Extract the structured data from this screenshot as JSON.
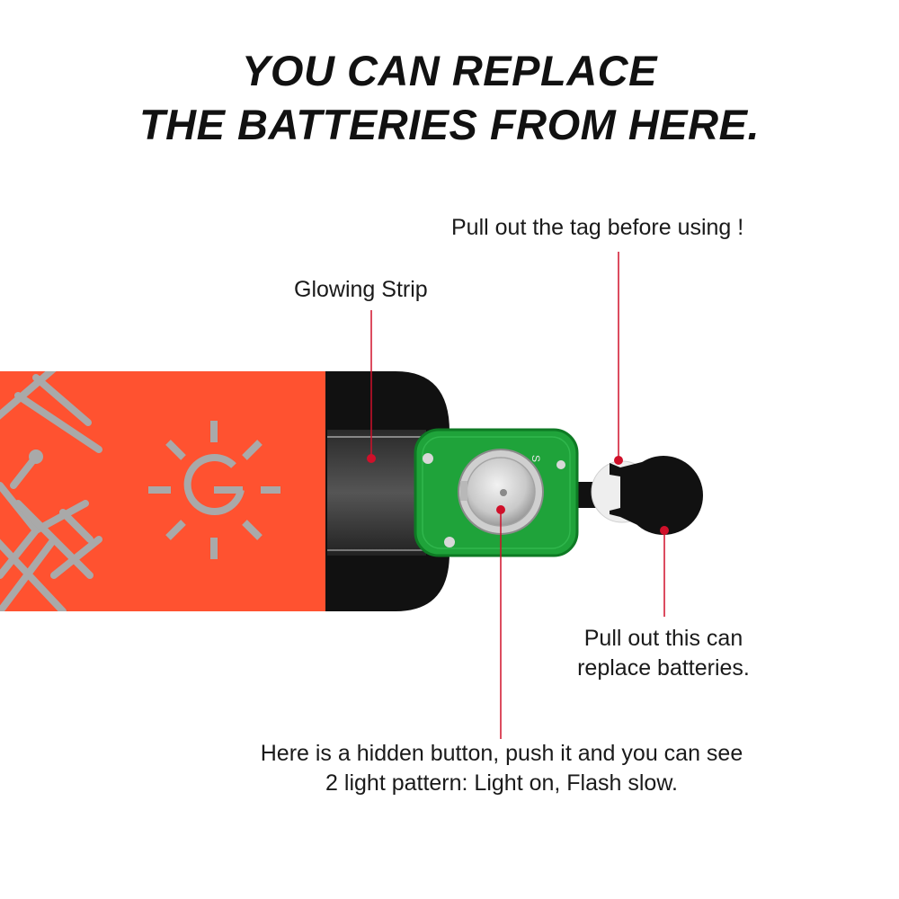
{
  "headline": {
    "line1": "YOU CAN REPLACE",
    "line2": "THE BATTERIES FROM HERE."
  },
  "callouts": {
    "tag": "Pull out the tag before using !",
    "strip": "Glowing Strip",
    "pull_line1": "Pull out this can",
    "pull_line2": "replace batteries.",
    "button_line1": "Here is a hidden button, push it and you can see",
    "button_line2": "2 light pattern: Light on, Flash slow."
  },
  "pcb": {
    "mark_s": "S"
  },
  "icons": {
    "sun": "sun-icon"
  },
  "colors": {
    "band": "#ff5230",
    "reflective": "#a9a9a9",
    "cap": "#111111",
    "pcb": "#1fa33a",
    "pointer": "#d0102a",
    "text": "#111111"
  }
}
